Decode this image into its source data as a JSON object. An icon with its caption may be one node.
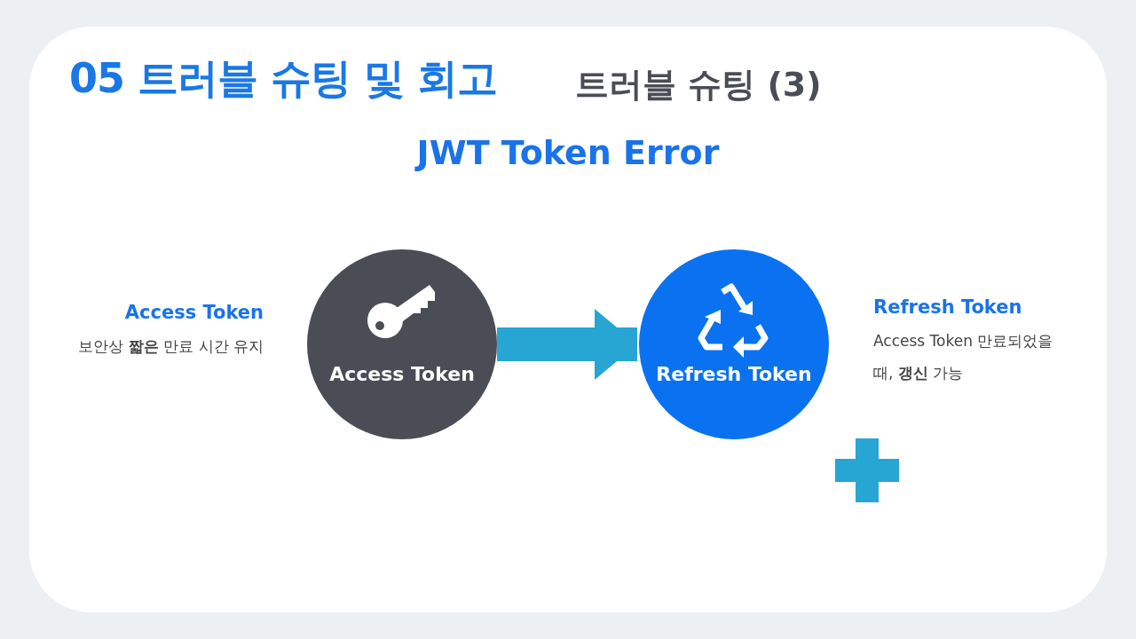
{
  "diagram": {
    "title": "05 트러블 슈팅 및 회고",
    "nodes": [
      {
        "text": [
          "Access Token"
        ],
        "beside": [
          "Access Token",
          "보안상 **짧은** 만료 시간 유지"
        ]
      },
      {
        "text": [
          "Refresh Token"
        ],
        "beside": [
          "Refresh Token",
          "Access Token 만료되었을 때, **갱신** 가능"
        ]
      }
    ],
    "edges": [
      {
        "from": 0,
        "to": 1,
        "arrow": "to"
      }
    ],
    "labels": [
      "트러블 슈팅 (3)",
      "JWT Token Error"
    ]
  }
}
